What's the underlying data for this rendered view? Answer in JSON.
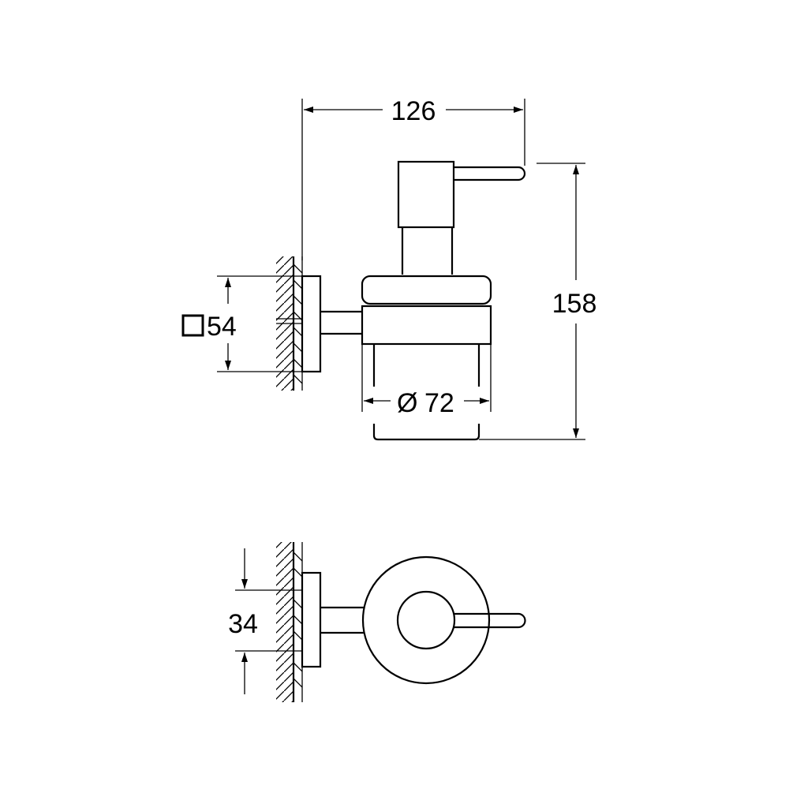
{
  "title": "Soap dispenser with holder - dimension drawing",
  "dimensions": {
    "width": "126",
    "height": "158",
    "backplate_square": "54",
    "glass_diameter": "72",
    "fixing_hole_spacing": "34"
  },
  "symbols": {
    "square": "square-symbol",
    "diameter": "Ø"
  },
  "colors": {
    "line": "#000000",
    "background": "#ffffff"
  }
}
